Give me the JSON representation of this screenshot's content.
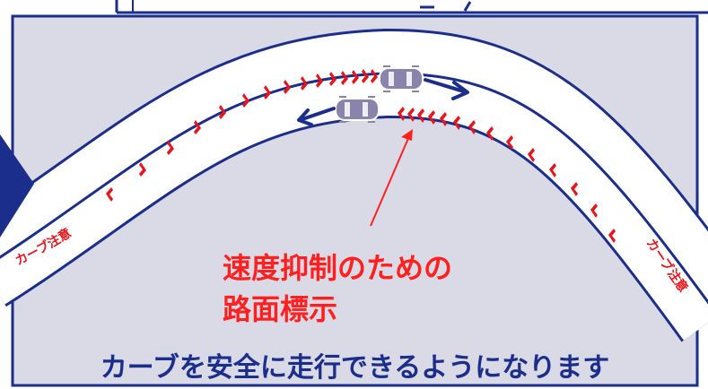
{
  "annotation": {
    "line1": "速度抑制のための",
    "line2": "路面標示"
  },
  "caption": "カーブを安全に走行できるようになります",
  "road_markings": {
    "left_label": "カーブ注意",
    "right_label": "カーブ注意"
  },
  "colors": {
    "panel_background": "#d9dae5",
    "panel_border": "#1b2e8c",
    "road_edge": "#1b2e8c",
    "road_surface": "#ffffff",
    "chevron": "#e8141a",
    "annotation_text": "#ff1f1f",
    "caption_text": "#1b2e8c",
    "vehicle": "#8a84ad",
    "direction_arrow": "#1b2e8c"
  },
  "icons": {
    "side_marker": "navy-triangle-pointer",
    "vehicles": [
      "car-icon",
      "car-icon"
    ],
    "arrows": [
      "arrow-right-icon",
      "arrow-left-icon"
    ]
  }
}
